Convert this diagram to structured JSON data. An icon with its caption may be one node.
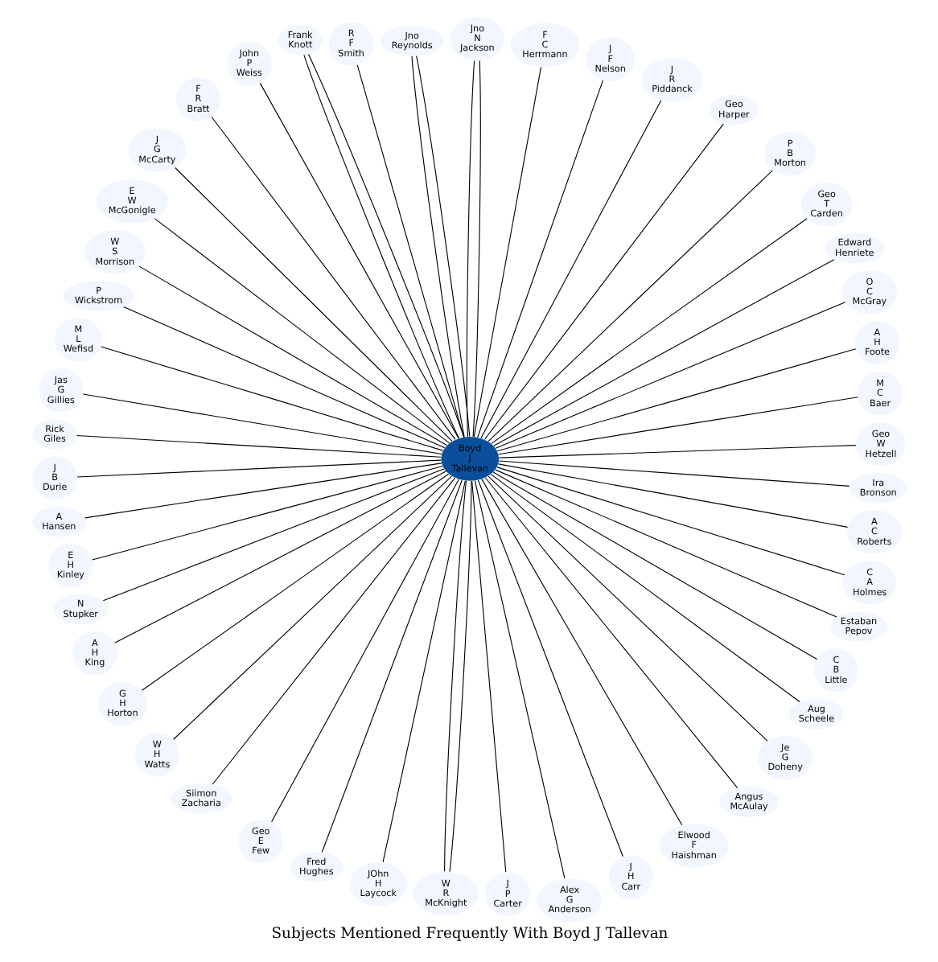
{
  "diagram": {
    "title": "Subjects Mentioned Frequently With Boyd J Tallevan",
    "nodes": [
      {
        "text": [
          "Boyd J Tallevan"
        ]
      },
      {
        "text": [
          "Geo W Hetzell"
        ]
      },
      {
        "text": [
          "M C Baer"
        ]
      },
      {
        "text": [
          "A H Foote"
        ]
      },
      {
        "text": [
          "O C McGray"
        ]
      },
      {
        "text": [
          "Edward Henriete"
        ]
      },
      {
        "text": [
          "Geo T Carden"
        ]
      },
      {
        "text": [
          "P B Morton"
        ]
      },
      {
        "text": [
          "Geo Harper"
        ]
      },
      {
        "text": [
          "J R Piddanck"
        ]
      },
      {
        "text": [
          "J F Nelson"
        ]
      },
      {
        "text": [
          "F C Herrmann"
        ]
      },
      {
        "text": [
          "Jno N Jackson"
        ]
      },
      {
        "text": [
          "Jno Reynolds"
        ]
      },
      {
        "text": [
          "R F Smith"
        ]
      },
      {
        "text": [
          "Frank Knott"
        ]
      },
      {
        "text": [
          "John P Weiss"
        ]
      },
      {
        "text": [
          "F R Bratt"
        ]
      },
      {
        "text": [
          "J G McCarty"
        ]
      },
      {
        "text": [
          "E W McGonigle"
        ]
      },
      {
        "text": [
          "W S Morrison"
        ]
      },
      {
        "text": [
          "P Wickstrom"
        ]
      },
      {
        "text": [
          "M L Wefisd"
        ]
      },
      {
        "text": [
          "Jas G Gillies"
        ]
      },
      {
        "text": [
          "Rick Giles"
        ]
      },
      {
        "text": [
          "J B Durie"
        ]
      },
      {
        "text": [
          "A Hansen"
        ]
      },
      {
        "text": [
          "E H Kinley"
        ]
      },
      {
        "text": [
          "N Stupker"
        ]
      },
      {
        "text": [
          "A H King"
        ]
      },
      {
        "text": [
          "G H Horton"
        ]
      },
      {
        "text": [
          "W H Watts"
        ]
      },
      {
        "text": [
          "Siimon Zacharia"
        ]
      },
      {
        "text": [
          "Geo E Few"
        ]
      },
      {
        "text": [
          "Fred Hughes"
        ]
      },
      {
        "text": [
          "JOhn H Laycock"
        ]
      },
      {
        "text": [
          "W R McKnight"
        ]
      },
      {
        "text": [
          "J P Carter"
        ]
      },
      {
        "text": [
          "Alex G Anderson"
        ]
      },
      {
        "text": [
          "J H Carr"
        ]
      },
      {
        "text": [
          "Elwood F Haishman"
        ]
      },
      {
        "text": [
          "Angus McAulay"
        ]
      },
      {
        "text": [
          "Je G Doheny"
        ]
      },
      {
        "text": [
          "Aug Scheele"
        ]
      },
      {
        "text": [
          "C B Little"
        ]
      },
      {
        "text": [
          "Estaban Pepov"
        ]
      },
      {
        "text": [
          "C A Holmes"
        ]
      },
      {
        "text": [
          "A C Roberts"
        ]
      },
      {
        "text": [
          "Ira Bronson"
        ]
      }
    ],
    "edges": [
      {
        "from": 0,
        "to": 1,
        "arrow": "none"
      },
      {
        "from": 0,
        "to": 2,
        "arrow": "none"
      },
      {
        "from": 0,
        "to": 3,
        "arrow": "none"
      },
      {
        "from": 0,
        "to": 4,
        "arrow": "none"
      },
      {
        "from": 0,
        "to": 5,
        "arrow": "none"
      },
      {
        "from": 0,
        "to": 6,
        "arrow": "none"
      },
      {
        "from": 0,
        "to": 7,
        "arrow": "none"
      },
      {
        "from": 0,
        "to": 8,
        "arrow": "none"
      },
      {
        "from": 0,
        "to": 9,
        "arrow": "none"
      },
      {
        "from": 0,
        "to": 10,
        "arrow": "none"
      },
      {
        "from": 0,
        "to": 11,
        "arrow": "none"
      },
      {
        "from": 0,
        "to": 12,
        "arrow": "none"
      },
      {
        "from": 0,
        "to": 12,
        "arrow": "none"
      },
      {
        "from": 0,
        "to": 13,
        "arrow": "none"
      },
      {
        "from": 0,
        "to": 13,
        "arrow": "none"
      },
      {
        "from": 0,
        "to": 14,
        "arrow": "none"
      },
      {
        "from": 0,
        "to": 15,
        "arrow": "none"
      },
      {
        "from": 0,
        "to": 15,
        "arrow": "none"
      },
      {
        "from": 0,
        "to": 16,
        "arrow": "none"
      },
      {
        "from": 0,
        "to": 17,
        "arrow": "none"
      },
      {
        "from": 0,
        "to": 18,
        "arrow": "none"
      },
      {
        "from": 0,
        "to": 19,
        "arrow": "none"
      },
      {
        "from": 0,
        "to": 20,
        "arrow": "none"
      },
      {
        "from": 0,
        "to": 21,
        "arrow": "none"
      },
      {
        "from": 0,
        "to": 22,
        "arrow": "none"
      },
      {
        "from": 0,
        "to": 23,
        "arrow": "none"
      },
      {
        "from": 0,
        "to": 24,
        "arrow": "none"
      },
      {
        "from": 0,
        "to": 25,
        "arrow": "none"
      },
      {
        "from": 0,
        "to": 26,
        "arrow": "none"
      },
      {
        "from": 0,
        "to": 27,
        "arrow": "none"
      },
      {
        "from": 0,
        "to": 28,
        "arrow": "none"
      },
      {
        "from": 0,
        "to": 29,
        "arrow": "none"
      },
      {
        "from": 0,
        "to": 30,
        "arrow": "none"
      },
      {
        "from": 0,
        "to": 31,
        "arrow": "none"
      },
      {
        "from": 0,
        "to": 32,
        "arrow": "none"
      },
      {
        "from": 0,
        "to": 33,
        "arrow": "none"
      },
      {
        "from": 0,
        "to": 34,
        "arrow": "none"
      },
      {
        "from": 0,
        "to": 35,
        "arrow": "none"
      },
      {
        "from": 0,
        "to": 36,
        "arrow": "none"
      },
      {
        "from": 0,
        "to": 36,
        "arrow": "none"
      },
      {
        "from": 0,
        "to": 37,
        "arrow": "none"
      },
      {
        "from": 0,
        "to": 38,
        "arrow": "none"
      },
      {
        "from": 0,
        "to": 39,
        "arrow": "none"
      },
      {
        "from": 0,
        "to": 40,
        "arrow": "none"
      },
      {
        "from": 0,
        "to": 41,
        "arrow": "none"
      },
      {
        "from": 0,
        "to": 42,
        "arrow": "none"
      },
      {
        "from": 0,
        "to": 43,
        "arrow": "none"
      },
      {
        "from": 0,
        "to": 44,
        "arrow": "none"
      },
      {
        "from": 0,
        "to": 45,
        "arrow": "none"
      },
      {
        "from": 0,
        "to": 46,
        "arrow": "none"
      },
      {
        "from": 0,
        "to": 47,
        "arrow": "none"
      },
      {
        "from": 0,
        "to": 48,
        "arrow": "none"
      }
    ]
  }
}
